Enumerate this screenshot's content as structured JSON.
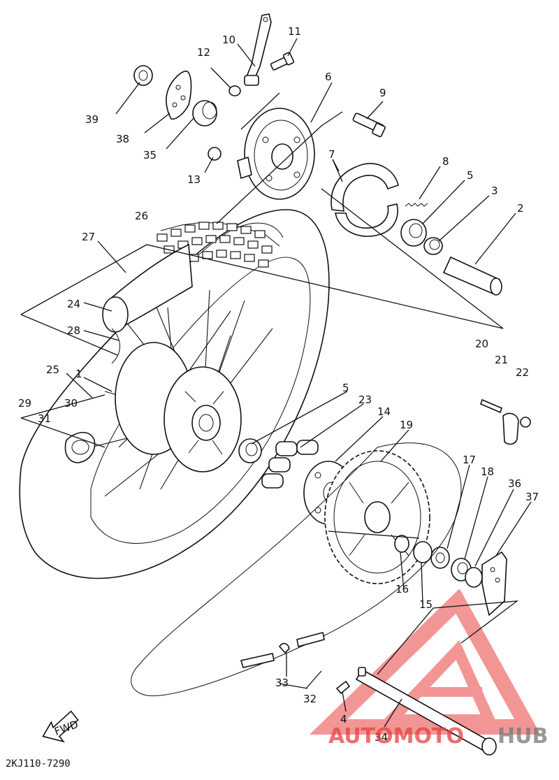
{
  "labels": [
    {
      "id": "39",
      "text": "39"
    },
    {
      "id": "38",
      "text": "38"
    },
    {
      "id": "35",
      "text": "35"
    },
    {
      "id": "12",
      "text": "12"
    },
    {
      "id": "10",
      "text": "10"
    },
    {
      "id": "11",
      "text": "11"
    },
    {
      "id": "6",
      "text": "6"
    },
    {
      "id": "9",
      "text": "9"
    },
    {
      "id": "13",
      "text": "13"
    },
    {
      "id": "7",
      "text": "7"
    },
    {
      "id": "8",
      "text": "8"
    },
    {
      "id": "5a",
      "text": "5"
    },
    {
      "id": "3",
      "text": "3"
    },
    {
      "id": "2",
      "text": "2"
    },
    {
      "id": "26",
      "text": "26"
    },
    {
      "id": "27",
      "text": "27"
    },
    {
      "id": "24",
      "text": "24"
    },
    {
      "id": "28",
      "text": "28"
    },
    {
      "id": "25",
      "text": "25"
    },
    {
      "id": "1",
      "text": "1"
    },
    {
      "id": "29",
      "text": "29"
    },
    {
      "id": "30",
      "text": "30"
    },
    {
      "id": "31",
      "text": "31"
    },
    {
      "id": "5b",
      "text": "5"
    },
    {
      "id": "23",
      "text": "23"
    },
    {
      "id": "14",
      "text": "14"
    },
    {
      "id": "19",
      "text": "19"
    },
    {
      "id": "20",
      "text": "20"
    },
    {
      "id": "21",
      "text": "21"
    },
    {
      "id": "22",
      "text": "22"
    },
    {
      "id": "17",
      "text": "17"
    },
    {
      "id": "18",
      "text": "18"
    },
    {
      "id": "36",
      "text": "36"
    },
    {
      "id": "37",
      "text": "37"
    },
    {
      "id": "16",
      "text": "16"
    },
    {
      "id": "15",
      "text": "15"
    },
    {
      "id": "33",
      "text": "33"
    },
    {
      "id": "32",
      "text": "32"
    },
    {
      "id": "4",
      "text": "4"
    },
    {
      "id": "34",
      "text": "34"
    }
  ],
  "fwd_label": "FWD",
  "diagram_code": "2KJ110-7290",
  "watermark": {
    "text_a": "AUTOMOTO",
    "text_b": "HUB",
    "color_primary": "#e8413f",
    "color_secondary": "#777777"
  }
}
